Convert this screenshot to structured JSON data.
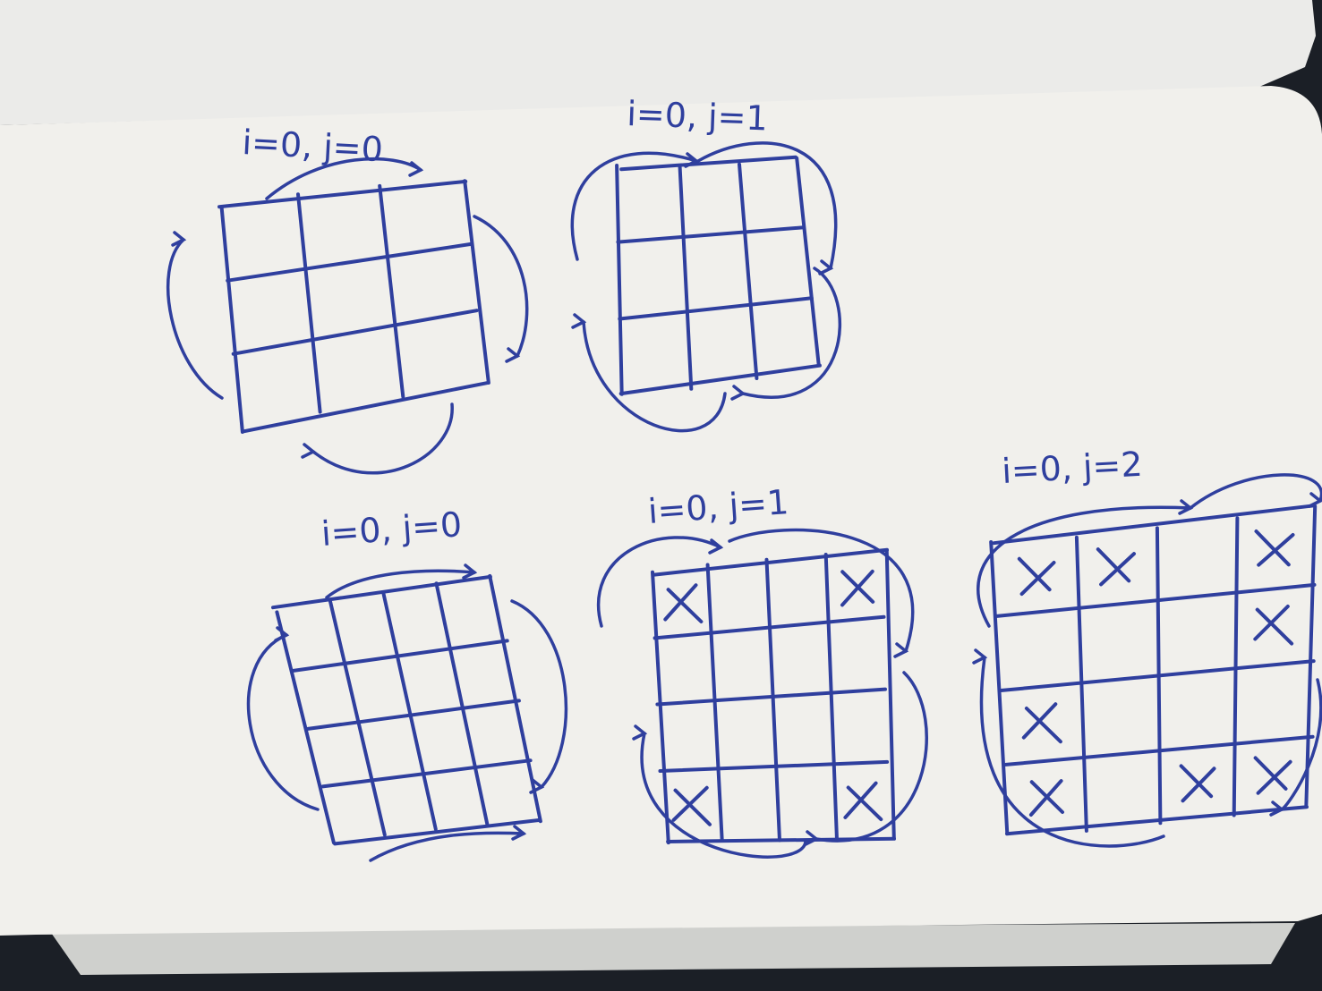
{
  "colors": {
    "background": "#1b1f26",
    "back_page": "#ebebe9",
    "front_page": "#f1f0ec",
    "page_shadow": "#cfd0cd",
    "ink": "#2f3f9e"
  },
  "drawings": [
    {
      "label": "i=0, j=0",
      "grid": "3x3",
      "marks": []
    },
    {
      "label": "i=0, j=1",
      "grid": "3x3",
      "marks": []
    },
    {
      "label": "i=0, j=0",
      "grid": "4x4",
      "marks": []
    },
    {
      "label": "i=0, j=1",
      "grid": "4x4",
      "marks": [
        "r1c1",
        "r1c4",
        "r4c1",
        "r4c4"
      ]
    },
    {
      "label": "i=0, j=2",
      "grid": "4x4",
      "marks": [
        "r1c1",
        "r1c2",
        "r1c4",
        "r2c4",
        "r3c1",
        "r4c1",
        "r4c3",
        "r4c4"
      ]
    }
  ]
}
